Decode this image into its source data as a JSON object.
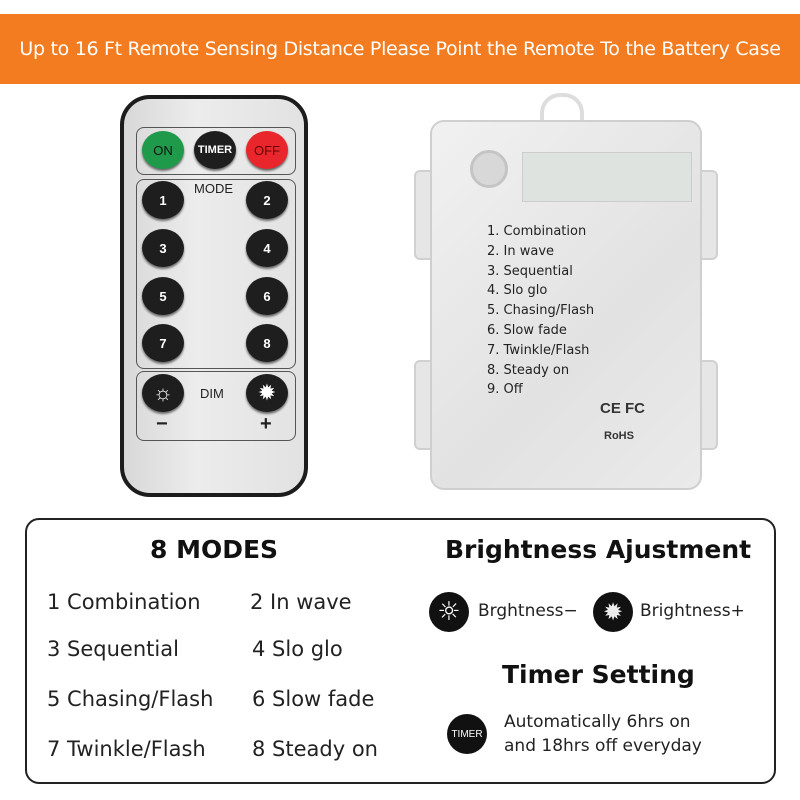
{
  "banner": {
    "text": "Up to 16 Ft Remote Sensing Distance Please Point the Remote To the Battery Case"
  },
  "remote": {
    "on": "ON",
    "timer": "TIMER",
    "off": "OFF",
    "mode": "MODE",
    "buttons": [
      "1",
      "2",
      "3",
      "4",
      "5",
      "6",
      "7",
      "8"
    ],
    "dim": "DIM",
    "minus": "−",
    "plus": "+",
    "colors": {
      "on": "#1e9a4a",
      "off": "#e8262b"
    }
  },
  "case": {
    "modes": [
      "1. Combination",
      "2. In wave",
      "3. Sequential",
      "4. Slo glo",
      "5. Chasing/Flash",
      "6. Slow fade",
      "7. Twinkle/Flash",
      "8. Steady on",
      "9. Off"
    ],
    "cert": "CE FC",
    "rohs": "RoHS"
  },
  "info": {
    "modes_title": "8 MODES",
    "modes": [
      "1 Combination",
      "2 In wave",
      "3 Sequential",
      "4 Slo glo",
      "5 Chasing/Flash",
      "6 Slow fade",
      "7 Twinkle/Flash",
      "8 Steady on"
    ],
    "brightness_title": "Brightness Ajustment",
    "brightness_minus": "Brghtness−",
    "brightness_plus": "Brightness+",
    "timer_title": "Timer Setting",
    "timer_icon": "TIMER",
    "timer_text1": "Automatically 6hrs on",
    "timer_text2": "and 18hrs off everyday"
  }
}
